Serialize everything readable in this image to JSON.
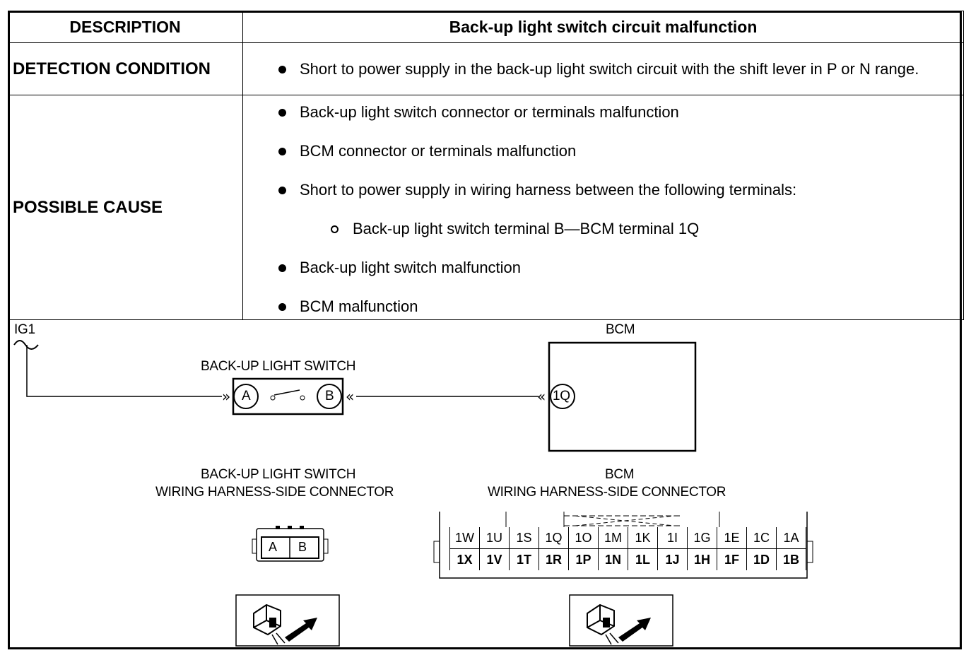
{
  "table": {
    "description_label": "DESCRIPTION",
    "description_value": "Back-up light switch circuit malfunction",
    "detection_label": "DETECTION CONDITION",
    "detection_items": [
      "Short to power supply in the back-up light switch circuit with the shift lever in P or N range."
    ],
    "possible_cause_label": "POSSIBLE CAUSE",
    "possible_cause_items": [
      "Back-up light switch connector or terminals malfunction",
      "BCM connector or terminals malfunction",
      "Short to power supply in wiring harness between the following terminals:",
      "Back-up light switch terminal B—BCM terminal 1Q",
      "Back-up light switch malfunction",
      "BCM malfunction"
    ]
  },
  "diagram": {
    "ig1_label": "IG1",
    "switch_title": "BACK-UP LIGHT SWITCH",
    "switch_terminal_a": "A",
    "switch_terminal_b": "B",
    "bcm_title": "BCM",
    "bcm_terminal": "1Q",
    "switch_connector_title": "BACK-UP LIGHT SWITCH",
    "switch_connector_subtitle": "WIRING HARNESS-SIDE CONNECTOR",
    "switch_connector_pins": [
      "A",
      "B"
    ],
    "bcm_connector_title": "BCM",
    "bcm_connector_subtitle": "WIRING HARNESS-SIDE CONNECTOR",
    "bcm_pins_row1": [
      "1W",
      "1U",
      "1S",
      "1Q",
      "1O",
      "1M",
      "1K",
      "1I",
      "1G",
      "1E",
      "1C",
      "1A"
    ],
    "bcm_pins_row2": [
      "1X",
      "1V",
      "1T",
      "1R",
      "1P",
      "1N",
      "1L",
      "1J",
      "1H",
      "1F",
      "1D",
      "1B"
    ]
  }
}
